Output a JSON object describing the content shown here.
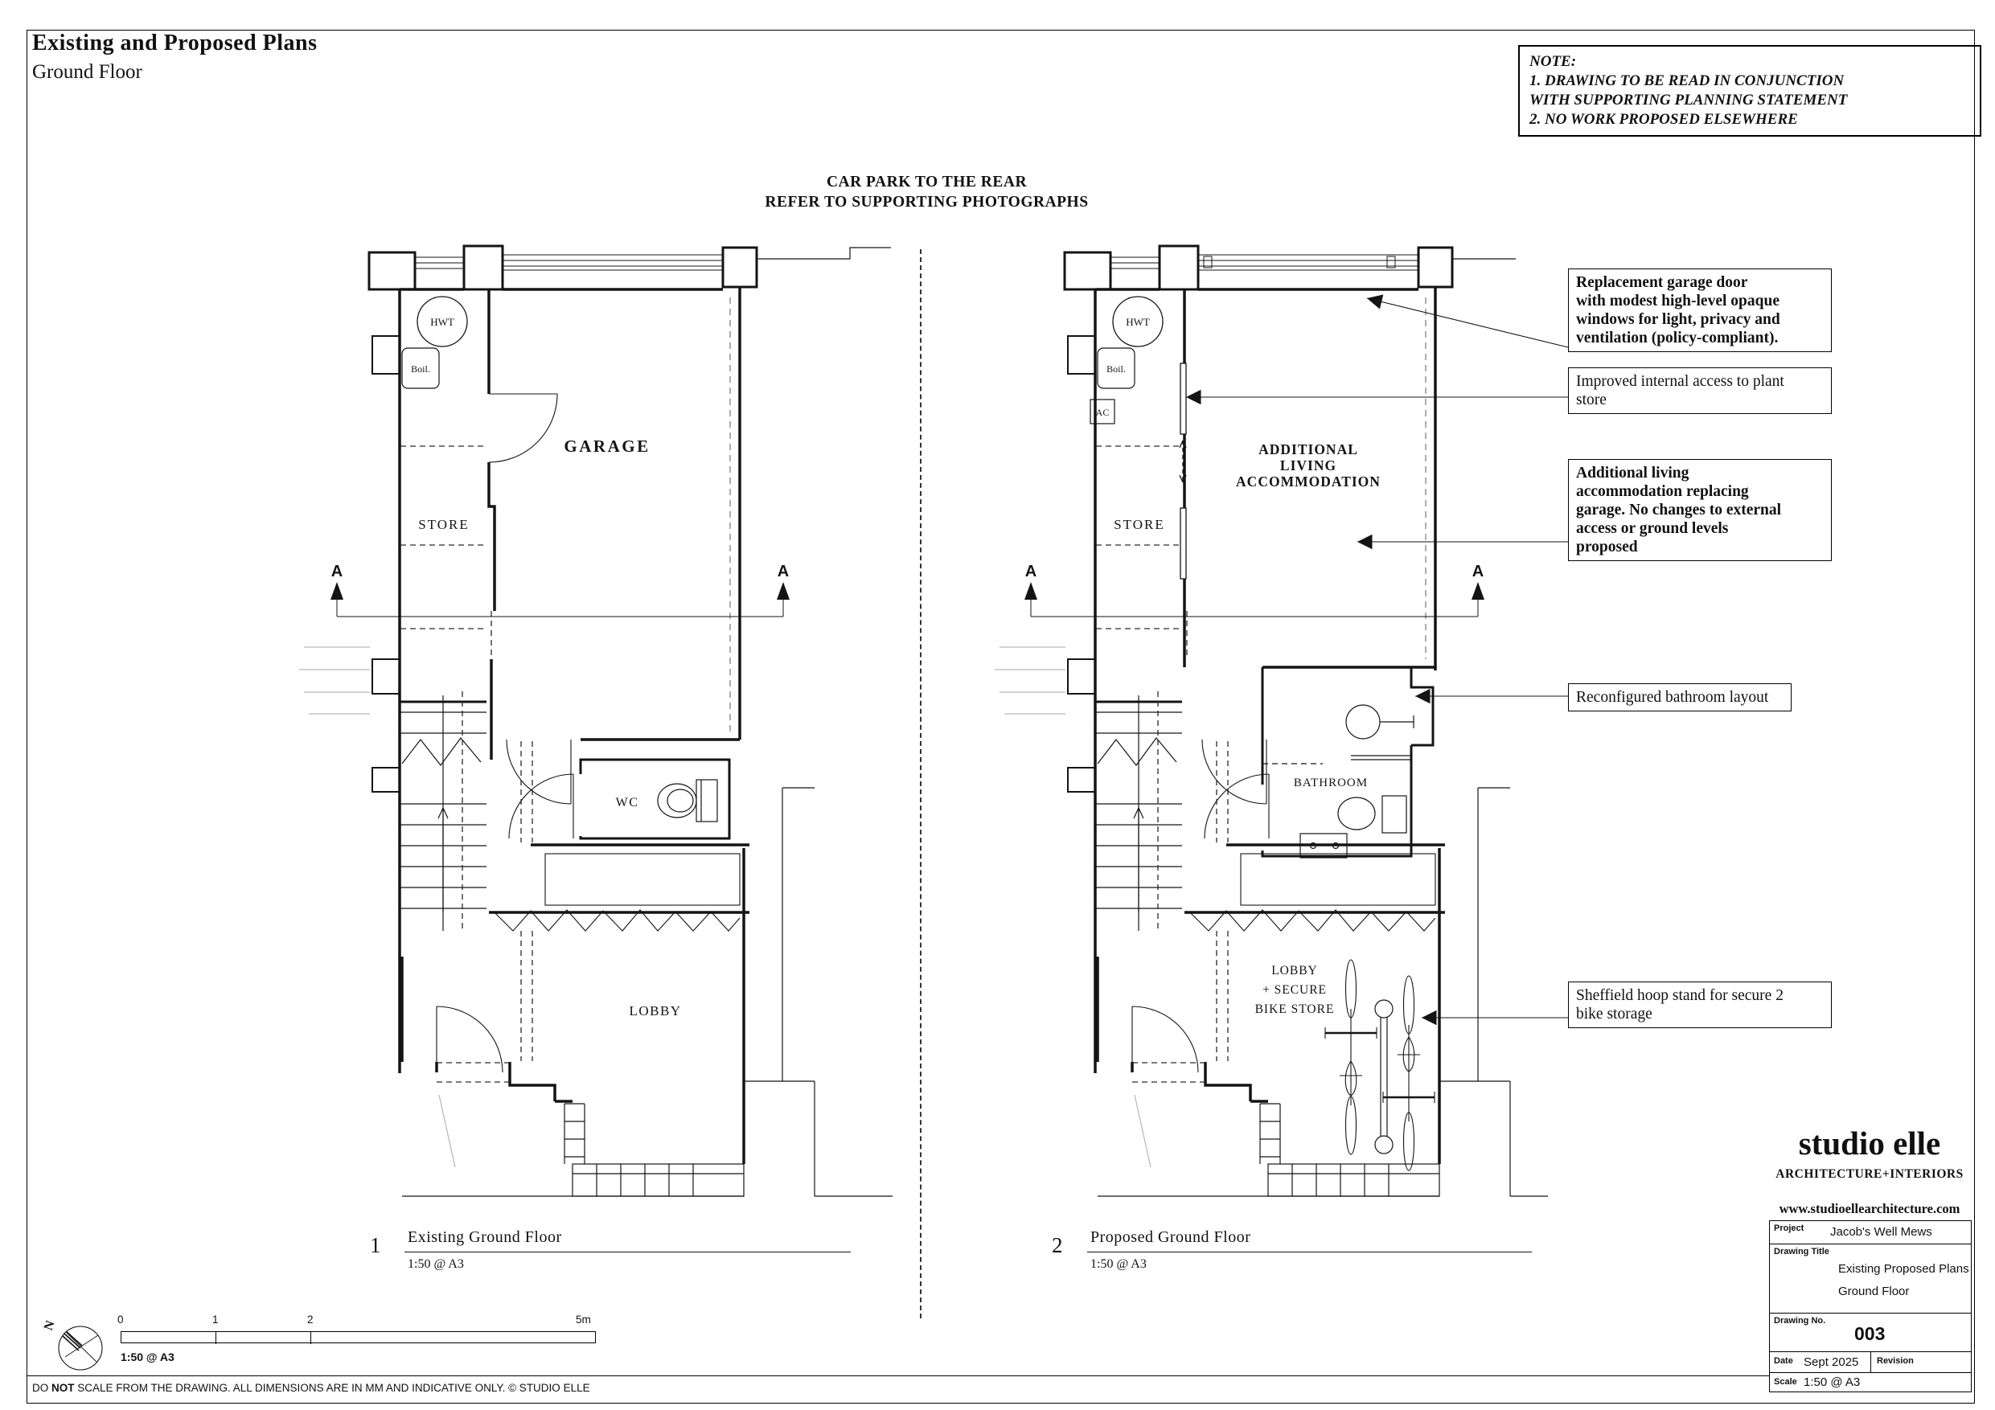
{
  "header": {
    "title": "Existing and Proposed Plans",
    "subtitle": "Ground Floor"
  },
  "note_box": {
    "lines": [
      "NOTE:",
      "1. DRAWING TO BE READ IN CONJUNCTION",
      "WITH SUPPORTING PLANNING STATEMENT",
      "2. NO WORK PROPOSED ELSEWHERE"
    ]
  },
  "site_note": {
    "lines": [
      "CAR PARK TO THE REAR",
      "REFER TO SUPPORTING PHOTOGRAPHS"
    ]
  },
  "plans": {
    "existing": {
      "number": "1",
      "caption": "Existing Ground Floor",
      "scale": "1:50 @ A3",
      "labels": {
        "hwt": "HWT",
        "boiler": "Boil.",
        "garage": "GARAGE",
        "store": "STORE",
        "wc": "WC",
        "lobby": "LOBBY",
        "section": "A"
      }
    },
    "proposed": {
      "number": "2",
      "caption": "Proposed Ground Floor",
      "scale": "1:50 @ A3",
      "labels": {
        "hwt": "HWT",
        "boiler": "Boil.",
        "ac": "AC",
        "store": "STORE",
        "living_1": "ADDITIONAL",
        "living_2": "LIVING",
        "living_3": "ACCOMMODATION",
        "bathroom": "BATHROOM",
        "lobby_1": "LOBBY",
        "lobby_2": "+ SECURE",
        "lobby_3": "BIKE STORE",
        "section": "A"
      }
    }
  },
  "annotations": [
    {
      "lines": [
        "Replacement  garage door",
        "with modest high-level opaque",
        "windows for light, privacy and",
        "ventilation (policy-compliant)."
      ],
      "bold": true
    },
    {
      "lines": [
        "Improved internal access to plant",
        "store"
      ],
      "bold": false
    },
    {
      "lines": [
        "Additional living",
        "accommodation replacing",
        "garage. No changes to external",
        "access or ground levels",
        "proposed"
      ],
      "bold": true
    },
    {
      "lines": [
        "Reconfigured bathroom layout"
      ],
      "bold": false
    },
    {
      "lines": [
        "Sheffield hoop stand for secure 2",
        "bike storage"
      ],
      "bold": false
    }
  ],
  "scale_bar": {
    "ticks": [
      "0",
      "1",
      "2",
      "5m"
    ],
    "label": "1:50 @ A3"
  },
  "compass": {
    "north": "N"
  },
  "footer": {
    "pre": "DO ",
    "bold": "NOT",
    "post": " SCALE FROM THE DRAWING. ALL DIMENSIONS ARE IN MM AND INDICATIVE ONLY. © STUDIO ELLE"
  },
  "title_block": {
    "firm": "studio elle",
    "tagline": "ARCHITECTURE+INTERIORS",
    "website": "www.studioellearchitecture.com",
    "project_label": "Project",
    "project": "Jacob's Well Mews",
    "drawing_title_label": "Drawing Title",
    "drawing_title_1": "Existing Proposed Plans",
    "drawing_title_2": "Ground Floor",
    "drawing_no_label": "Drawing No.",
    "drawing_no": "003",
    "date_label": "Date",
    "date": "Sept 2025",
    "revision_label": "Revision",
    "scale_label": "Scale",
    "scale": "1:50 @ A3"
  }
}
